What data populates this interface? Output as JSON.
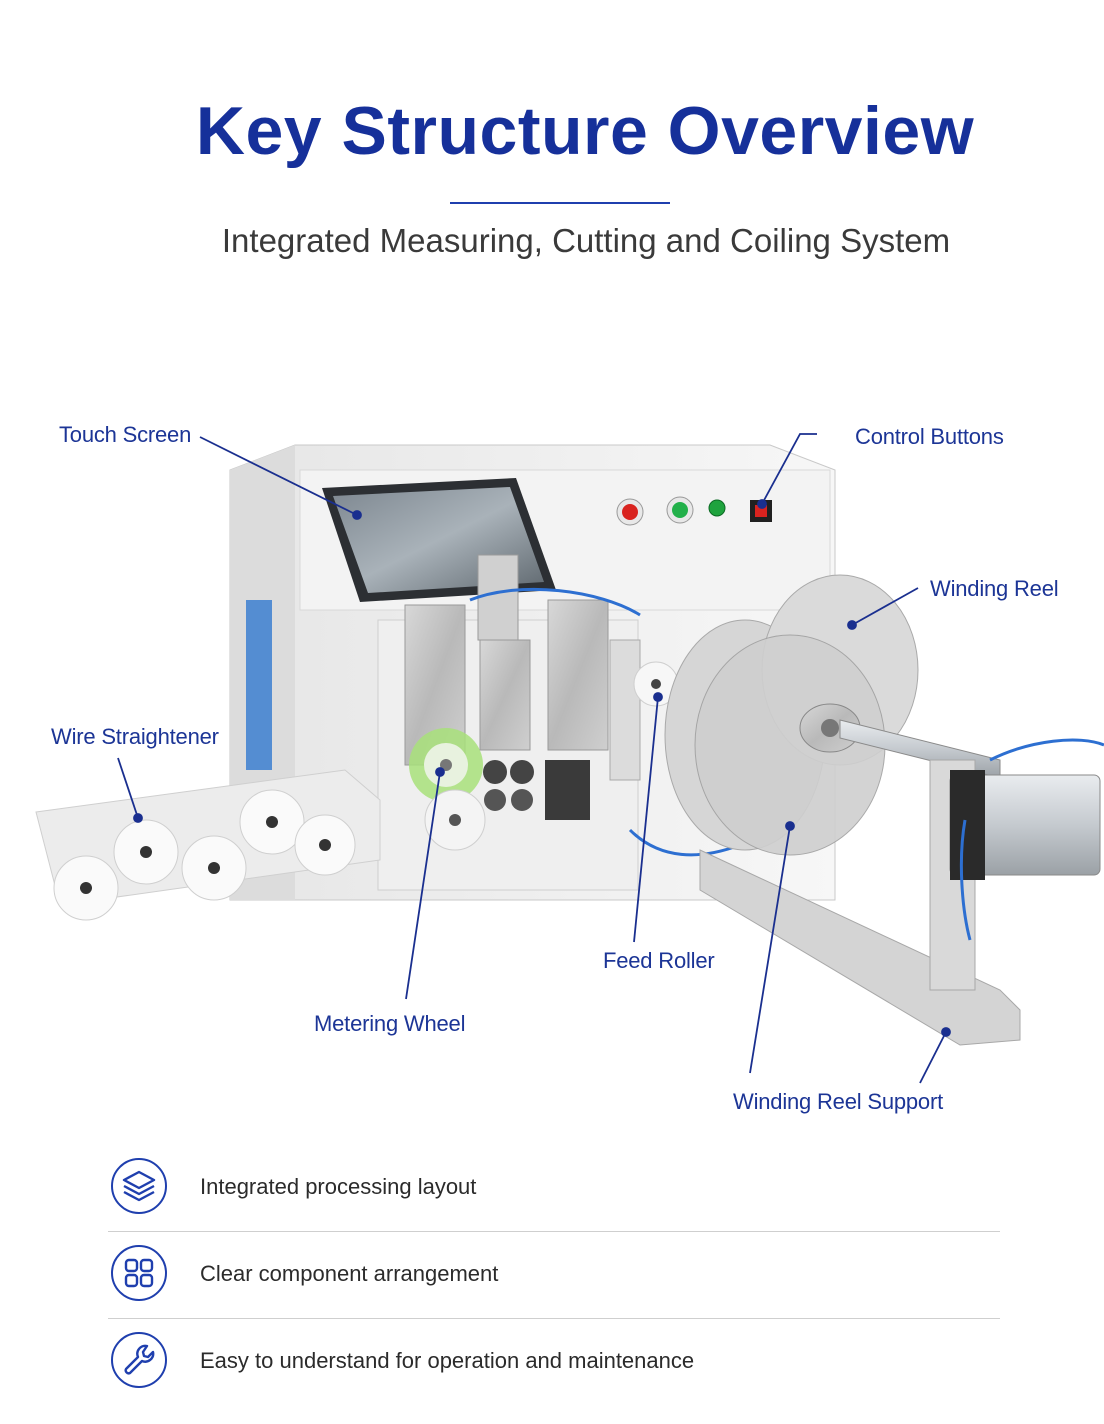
{
  "header": {
    "title": "Key Structure Overview",
    "subtitle": "Integrated Measuring, Cutting and Coiling System"
  },
  "callouts": {
    "touch_screen": "Touch Screen",
    "control_buttons": "Control Buttons",
    "winding_reel": "Winding Reel",
    "wire_straightener": "Wire Straightener",
    "feed_roller": "Feed Roller",
    "metering_wheel": "Metering Wheel",
    "winding_reel_support": "Winding Reel Support"
  },
  "features": [
    {
      "icon": "layers-icon",
      "label": "Integrated processing layout"
    },
    {
      "icon": "grid-icon",
      "label": "Clear component arrangement"
    },
    {
      "icon": "wrench-icon",
      "label": "Easy to understand for operation and maintenance"
    }
  ],
  "colors": {
    "title": "#16309a",
    "callout": "#1c3596",
    "leader_line": "#1a2f8f",
    "icon": "#1f3fae"
  }
}
